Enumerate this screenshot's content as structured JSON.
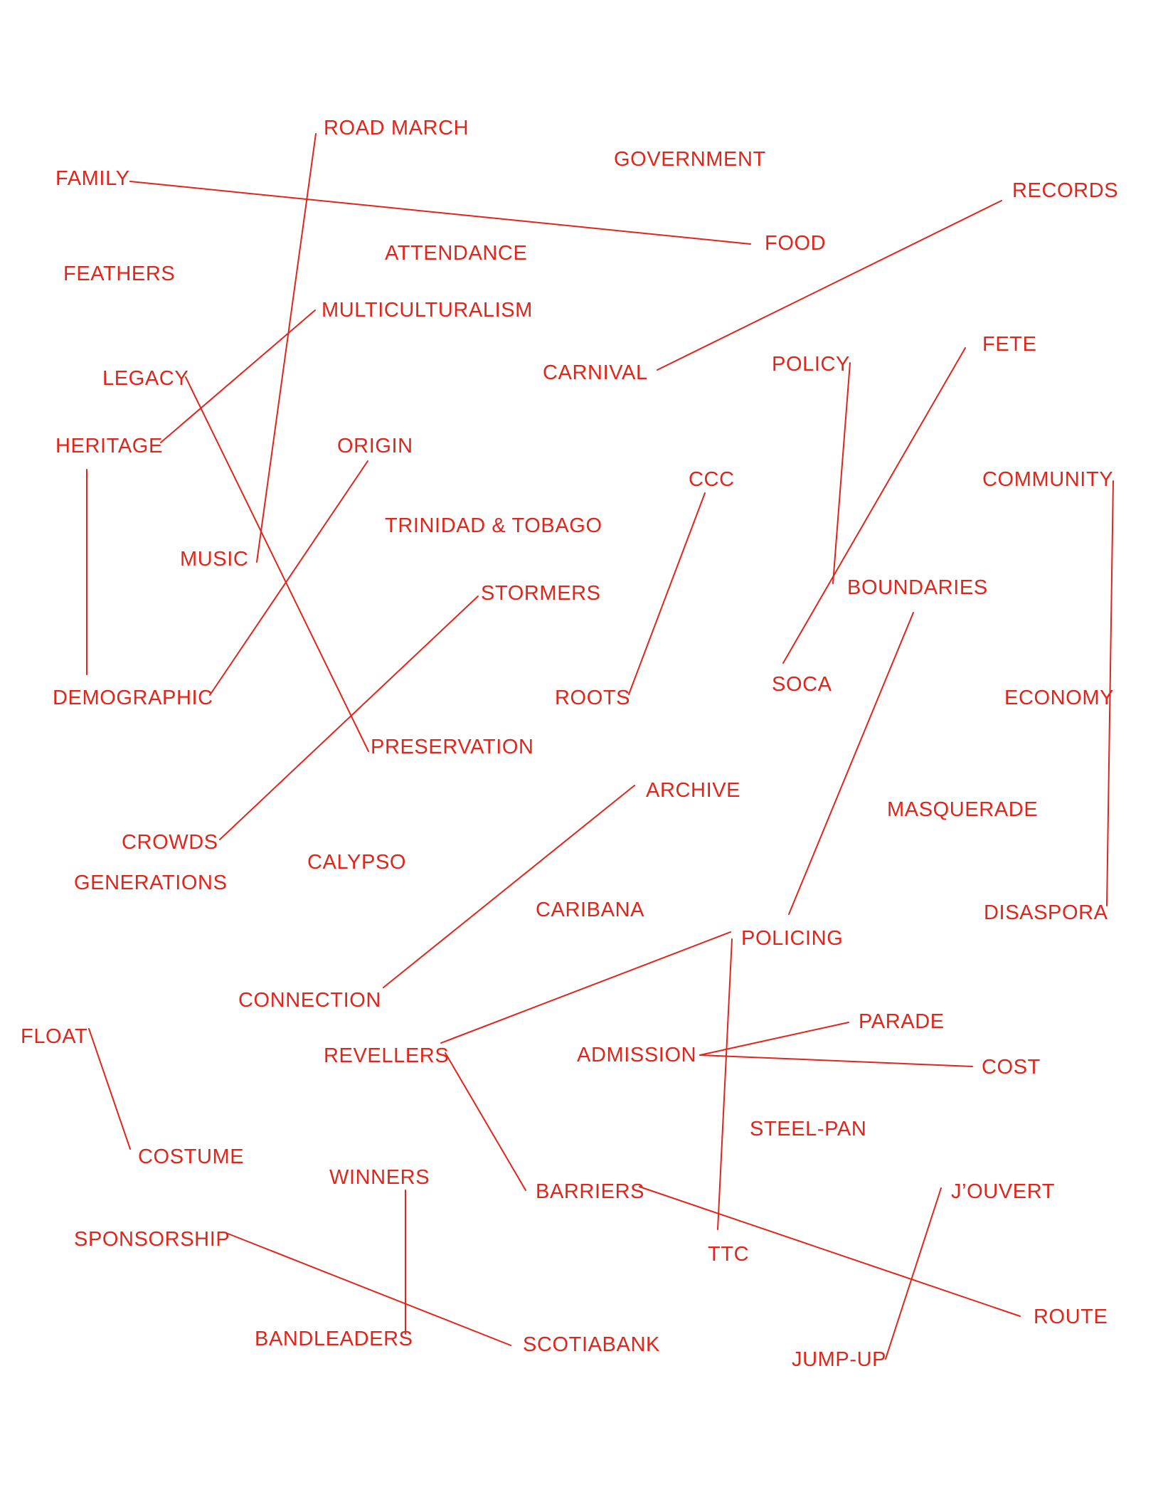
{
  "colors": {
    "accent": "#e1251b",
    "background": "#ffffff"
  },
  "terms": {
    "road_march": "ROAD MARCH",
    "government": "GOVERNMENT",
    "family": "FAMILY",
    "records": "RECORDS",
    "food": "FOOD",
    "attendance": "ATTENDANCE",
    "feathers": "FEATHERS",
    "multiculturalism": "MULTICULTURALISM",
    "fete": "FETE",
    "legacy": "LEGACY",
    "carnival": "CARNIVAL",
    "policy": "POLICY",
    "heritage": "HERITAGE",
    "origin": "ORIGIN",
    "ccc": "CCC",
    "community": "COMMUNITY",
    "trinidad_tobago": "TRINIDAD & TOBAGO",
    "music": "MUSIC",
    "stormers": "STORMERS",
    "boundaries": "BOUNDARIES",
    "soca": "SOCA",
    "demographic": "DEMOGRAPHIC",
    "roots": "ROOTS",
    "economy": "ECONOMY",
    "preservation": "PRESERVATION",
    "archive": "ARCHIVE",
    "masquerade": "MASQUERADE",
    "crowds": "CROWDS",
    "calypso": "CALYPSO",
    "generations": "GENERATIONS",
    "caribana": "CARIBANA",
    "disaspora": "DISASPORA",
    "policing": "POLICING",
    "connection": "CONNECTION",
    "parade": "PARADE",
    "float": "FLOAT",
    "revellers": "REVELLERS",
    "admission": "ADMISSION",
    "cost": "COST",
    "steel_pan": "STEEL-PAN",
    "costume": "COSTUME",
    "winners": "WINNERS",
    "barriers": "BARRIERS",
    "jouvert": "J’OUVERT",
    "sponsorship": "SPONSORSHIP",
    "ttc": "TTC",
    "route": "ROUTE",
    "bandleaders": "BANDLEADERS",
    "scotiabank": "SCOTIABANK",
    "jump_up": "JUMP-UP"
  },
  "connections": [
    [
      "family",
      "food"
    ],
    [
      "road_march",
      "music"
    ],
    [
      "records",
      "carnival"
    ],
    [
      "multiculturalism",
      "heritage"
    ],
    [
      "heritage",
      "demographic"
    ],
    [
      "legacy",
      "preservation"
    ],
    [
      "origin",
      "demographic"
    ],
    [
      "policy",
      "boundaries"
    ],
    [
      "fete",
      "soca"
    ],
    [
      "ccc",
      "roots"
    ],
    [
      "community",
      "disaspora"
    ],
    [
      "stormers",
      "crowds"
    ],
    [
      "boundaries",
      "policing"
    ],
    [
      "archive",
      "connection"
    ],
    [
      "policing",
      "revellers"
    ],
    [
      "policing",
      "ttc"
    ],
    [
      "admission",
      "parade"
    ],
    [
      "admission",
      "cost"
    ],
    [
      "float",
      "costume"
    ],
    [
      "revellers",
      "barriers"
    ],
    [
      "barriers",
      "route"
    ],
    [
      "winners",
      "bandleaders"
    ],
    [
      "sponsorship",
      "scotiabank"
    ],
    [
      "jouvert",
      "jump_up"
    ]
  ]
}
